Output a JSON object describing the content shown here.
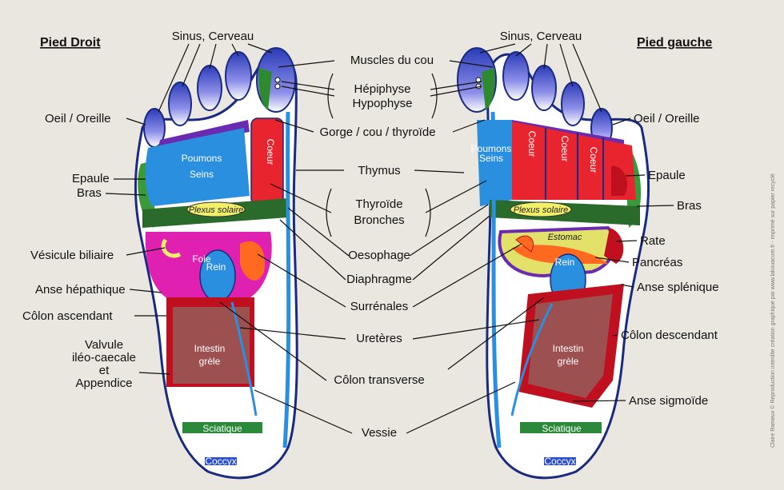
{
  "titles": {
    "right_foot": "Pied Droit",
    "left_foot": "Pied gauche"
  },
  "center_labels": {
    "sinus_left": "Sinus, Cerveau",
    "sinus_right": "Sinus, Cerveau",
    "muscles_cou": "Muscles du cou",
    "hepiphyse": "Hépiphyse",
    "hypophyse": "Hypophyse",
    "gorge": "Gorge / cou / thyroïde",
    "thymus": "Thymus",
    "thyroide": "Thyroïde",
    "bronches": "Bronches",
    "oesophage": "Oesophage",
    "diaphragme": "Diaphragme",
    "surrenales": "Surrénales",
    "ureteres": "Uretères",
    "colon_transverse": "Côlon transverse",
    "vessie": "Vessie"
  },
  "left_labels": {
    "oeil": "Oeil / Oreille",
    "epaule": "Epaule",
    "bras": "Bras",
    "vesicule": "Vésicule biliaire",
    "anse_hepatique": "Anse hépathique",
    "colon_ascendant": "Côlon ascendant",
    "valvule_1": "Valvule",
    "valvule_2": "iléo-caecale",
    "valvule_3": "et",
    "valvule_4": "Appendice"
  },
  "right_labels": {
    "oeil": "Oeil / Oreille",
    "epaule": "Epaule",
    "bras": "Bras",
    "rate": "Rate",
    "pancreas": "Pancréas",
    "anse_splenique": "Anse splénique",
    "colon_descendant": "Côlon descendant",
    "anse_sigmoide": "Anse sigmoïde"
  },
  "zones_right_foot": {
    "poumons": "Poumons",
    "seins": "Seins",
    "coeur": "Coeur",
    "plexus": "Plexus solaire",
    "foie": "Foie",
    "rein": "Rein",
    "intestin_1": "Intestin",
    "intestin_2": "grèle",
    "sciatique": "Sciatique",
    "coccyx": "Coccyx"
  },
  "zones_left_foot": {
    "poumons": "Poumons",
    "seins": "Seins",
    "coeur_1": "Coeur",
    "coeur_2": "Coeur",
    "coeur_3": "Coeur",
    "plexus": "Plexus solaire",
    "estomac": "Estomac",
    "rein": "Rein",
    "intestin_1": "Intestin",
    "intestin_2": "grèle",
    "sciatique": "Sciatique",
    "coccyx": "Coccyx"
  },
  "credit": "Claire Rameux © Reproduction interdite création graphique par www.lakouacom.fr - imprimé sur papier recyclé",
  "colors": {
    "background": "#e9e7e0",
    "toe_blue": "#3a4fc8",
    "lung_blue": "#2b8fe0",
    "heart_red": "#e8252f",
    "plexus_yellow": "#f2ef6a",
    "liver_magenta": "#e020b0",
    "kidney_blue": "#2b8fe0",
    "intestine_brown": "#9c5050",
    "colon_red": "#c01020",
    "sciatic_green": "#2a8a3a",
    "neck_green": "#3a9a3a"
  }
}
